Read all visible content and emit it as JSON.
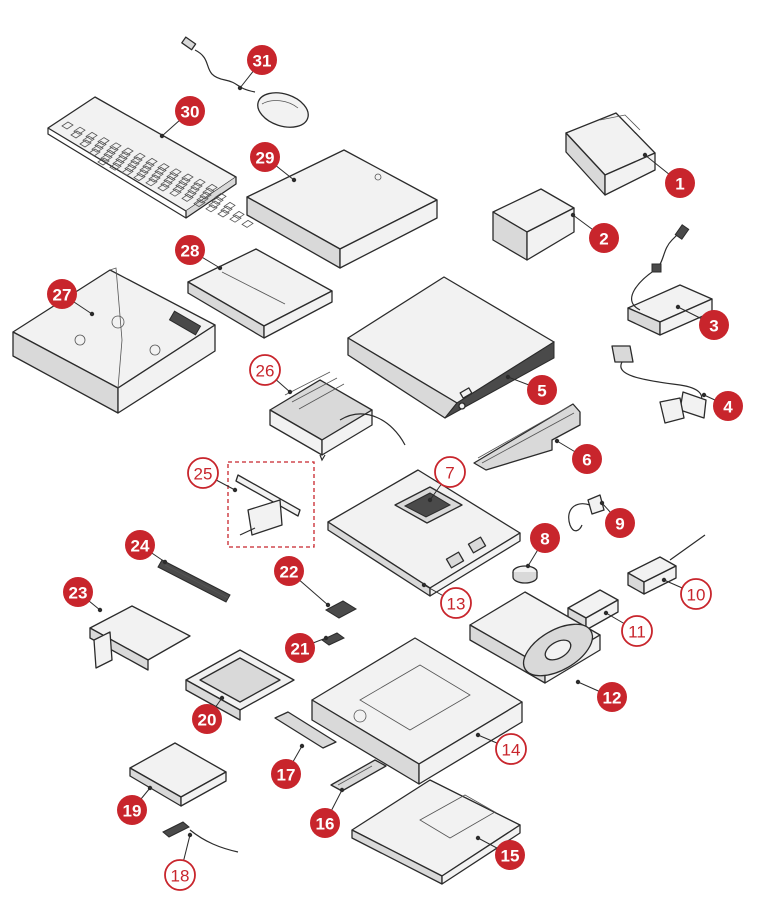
{
  "callouts": [
    {
      "id": "1",
      "style": "solid"
    },
    {
      "id": "2",
      "style": "solid"
    },
    {
      "id": "3",
      "style": "solid"
    },
    {
      "id": "4",
      "style": "solid"
    },
    {
      "id": "5",
      "style": "solid"
    },
    {
      "id": "6",
      "style": "solid"
    },
    {
      "id": "7",
      "style": "outline"
    },
    {
      "id": "8",
      "style": "solid"
    },
    {
      "id": "9",
      "style": "solid"
    },
    {
      "id": "10",
      "style": "outline"
    },
    {
      "id": "11",
      "style": "outline"
    },
    {
      "id": "12",
      "style": "solid"
    },
    {
      "id": "13",
      "style": "outline"
    },
    {
      "id": "14",
      "style": "outline"
    },
    {
      "id": "15",
      "style": "solid"
    },
    {
      "id": "16",
      "style": "solid"
    },
    {
      "id": "17",
      "style": "solid"
    },
    {
      "id": "18",
      "style": "outline"
    },
    {
      "id": "19",
      "style": "solid"
    },
    {
      "id": "20",
      "style": "solid"
    },
    {
      "id": "21",
      "style": "solid"
    },
    {
      "id": "22",
      "style": "solid"
    },
    {
      "id": "23",
      "style": "solid"
    },
    {
      "id": "24",
      "style": "solid"
    },
    {
      "id": "25",
      "style": "outline"
    },
    {
      "id": "26",
      "style": "outline"
    },
    {
      "id": "27",
      "style": "solid"
    },
    {
      "id": "28",
      "style": "solid"
    },
    {
      "id": "29",
      "style": "solid"
    },
    {
      "id": "30",
      "style": "solid"
    },
    {
      "id": "31",
      "style": "solid"
    }
  ],
  "colors": {
    "callout_red": "#c8252c",
    "line": "#2b2b2b",
    "part_fill": "#f2f2f2"
  }
}
